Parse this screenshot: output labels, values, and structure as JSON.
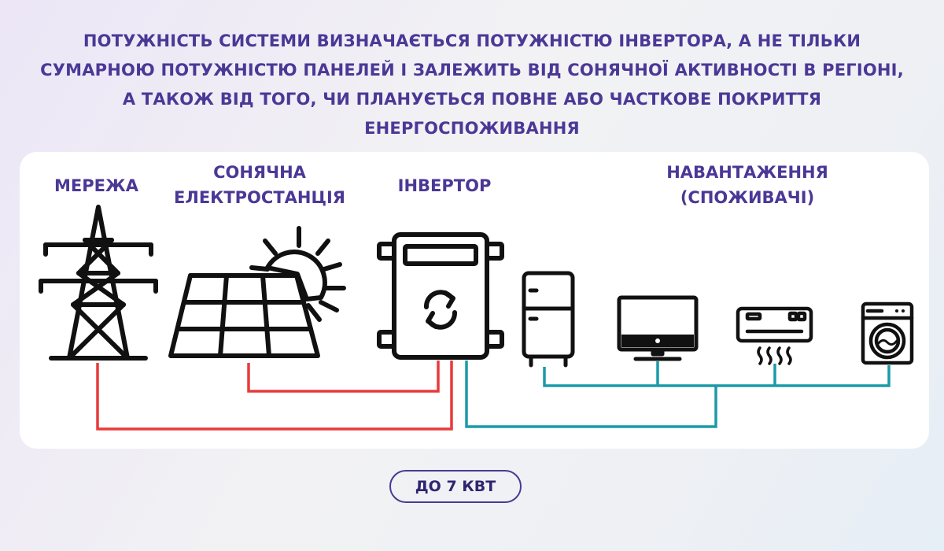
{
  "title": "ПОТУЖНІСТЬ СИСТЕМИ ВИЗНАЧАЄТЬСЯ ПОТУЖНІСТЮ ІНВЕРТОРА, А НЕ ТІЛЬКИ СУМАРНОЮ ПОТУЖНІСТЮ ПАНЕЛЕЙ І ЗАЛЕЖИТЬ ВІД СОНЯЧНОЇ АКТИВНОСТІ В РЕГІОНІ, А ТАКОЖ ВІД ТОГО, ЧИ ПЛАНУЄТЬСЯ ПОВНЕ АБО ЧАСТКОВЕ ПОКРИТТЯ ЕНЕРГОСПОЖИВАННЯ",
  "labels": {
    "grid": "МЕРЕЖА",
    "solar_line1": "СОНЯЧНА",
    "solar_line2": "ЕЛЕКТРОСТАНЦІЯ",
    "inverter": "ІНВЕРТОР",
    "load_line1": "НАВАНТАЖЕННЯ",
    "load_line2": "(СПОЖИВАЧІ)"
  },
  "icons": {
    "grid": "power-tower-icon",
    "solar": "solar-panel-sun-icon",
    "inverter": "inverter-icon",
    "fridge": "refrigerator-icon",
    "tv": "tv-monitor-icon",
    "ac": "air-conditioner-icon",
    "washer": "washing-machine-icon"
  },
  "badge": "ДО 7 КВТ",
  "colors": {
    "accent": "#4b3896",
    "input_wire": "#e83a3a",
    "output_wire": "#1b9aa8",
    "icon": "#111111"
  }
}
